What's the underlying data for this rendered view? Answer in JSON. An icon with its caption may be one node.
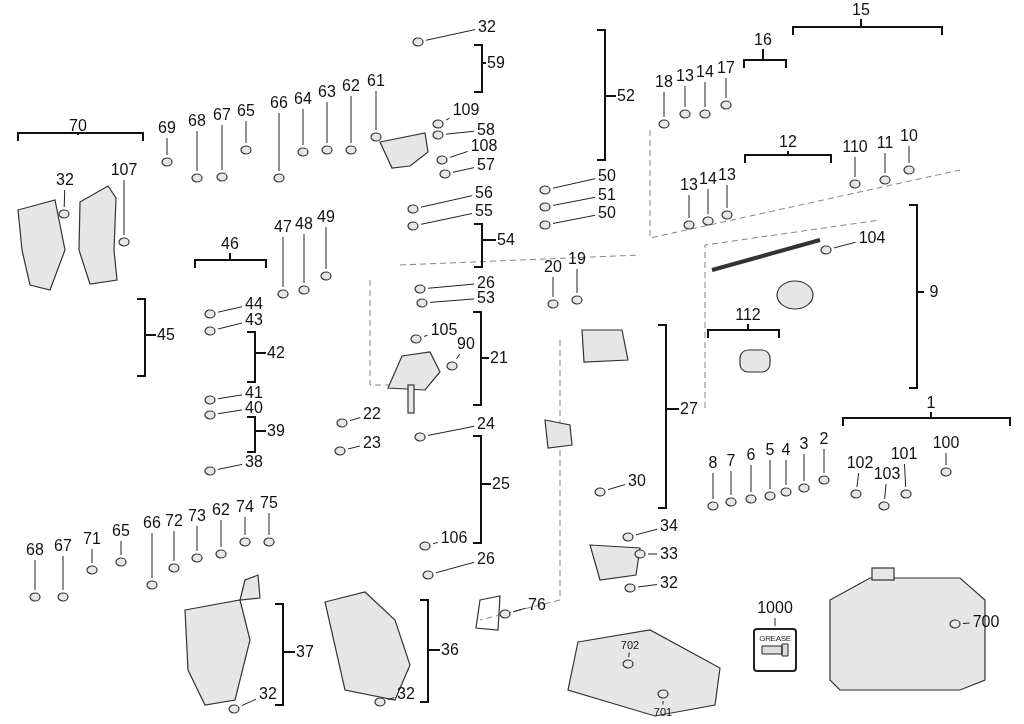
{
  "diagram": {
    "nodes": [
      {
        "text": [
          "32"
        ]
      },
      {
        "text": [
          "59"
        ]
      },
      {
        "text": [
          "109"
        ]
      },
      {
        "text": [
          "58"
        ]
      },
      {
        "text": [
          "108"
        ]
      },
      {
        "text": [
          "57"
        ]
      },
      {
        "text": [
          "56"
        ]
      },
      {
        "text": [
          "55"
        ]
      },
      {
        "text": [
          "54"
        ]
      },
      {
        "text": [
          "26"
        ]
      },
      {
        "text": [
          "53"
        ]
      },
      {
        "text": [
          "105"
        ]
      },
      {
        "text": [
          "90"
        ]
      },
      {
        "text": [
          "21"
        ]
      },
      {
        "text": [
          "24"
        ]
      },
      {
        "text": [
          "25"
        ]
      },
      {
        "text": [
          "106"
        ]
      },
      {
        "text": [
          "26"
        ]
      },
      {
        "text": [
          "22"
        ]
      },
      {
        "text": [
          "23"
        ]
      },
      {
        "text": [
          "46"
        ]
      },
      {
        "text": [
          "47"
        ]
      },
      {
        "text": [
          "48"
        ]
      },
      {
        "text": [
          "49"
        ]
      },
      {
        "text": [
          "44"
        ]
      },
      {
        "text": [
          "43"
        ]
      },
      {
        "text": [
          "42"
        ]
      },
      {
        "text": [
          "41"
        ]
      },
      {
        "text": [
          "40"
        ]
      },
      {
        "text": [
          "39"
        ]
      },
      {
        "text": [
          "38"
        ]
      },
      {
        "text": [
          "45"
        ]
      },
      {
        "text": [
          "70"
        ]
      },
      {
        "text": [
          "32"
        ]
      },
      {
        "text": [
          "107"
        ]
      },
      {
        "text": [
          "69"
        ]
      },
      {
        "text": [
          "68"
        ]
      },
      {
        "text": [
          "67"
        ]
      },
      {
        "text": [
          "65"
        ]
      },
      {
        "text": [
          "66"
        ]
      },
      {
        "text": [
          "64"
        ]
      },
      {
        "text": [
          "63"
        ]
      },
      {
        "text": [
          "62"
        ]
      },
      {
        "text": [
          "61"
        ]
      },
      {
        "text": [
          "52"
        ]
      },
      {
        "text": [
          "50"
        ]
      },
      {
        "text": [
          "51"
        ]
      },
      {
        "text": [
          "50"
        ]
      },
      {
        "text": [
          "20"
        ]
      },
      {
        "text": [
          "19"
        ]
      },
      {
        "text": [
          "18"
        ]
      },
      {
        "text": [
          "13"
        ]
      },
      {
        "text": [
          "14"
        ]
      },
      {
        "text": [
          "17"
        ]
      },
      {
        "text": [
          "16"
        ]
      },
      {
        "text": [
          "15"
        ]
      },
      {
        "text": [
          "12"
        ]
      },
      {
        "text": [
          "110"
        ]
      },
      {
        "text": [
          "11"
        ]
      },
      {
        "text": [
          "10"
        ]
      },
      {
        "text": [
          "13"
        ]
      },
      {
        "text": [
          "14"
        ]
      },
      {
        "text": [
          "13"
        ]
      },
      {
        "text": [
          "104"
        ]
      },
      {
        "text": [
          "9"
        ]
      },
      {
        "text": [
          "112"
        ]
      },
      {
        "text": [
          "27"
        ]
      },
      {
        "text": [
          "30"
        ]
      },
      {
        "text": [
          "34"
        ]
      },
      {
        "text": [
          "33"
        ]
      },
      {
        "text": [
          "32"
        ]
      },
      {
        "text": [
          "1"
        ]
      },
      {
        "text": [
          "2"
        ]
      },
      {
        "text": [
          "3"
        ]
      },
      {
        "text": [
          "4"
        ]
      },
      {
        "text": [
          "5"
        ]
      },
      {
        "text": [
          "6"
        ]
      },
      {
        "text": [
          "7"
        ]
      },
      {
        "text": [
          "8"
        ]
      },
      {
        "text": [
          "102"
        ]
      },
      {
        "text": [
          "103"
        ]
      },
      {
        "text": [
          "101"
        ]
      },
      {
        "text": [
          "100"
        ]
      },
      {
        "text": [
          "75"
        ]
      },
      {
        "text": [
          "74"
        ]
      },
      {
        "text": [
          "62"
        ]
      },
      {
        "text": [
          "73"
        ]
      },
      {
        "text": [
          "72"
        ]
      },
      {
        "text": [
          "66"
        ]
      },
      {
        "text": [
          "65"
        ]
      },
      {
        "text": [
          "71"
        ]
      },
      {
        "text": [
          "67"
        ]
      },
      {
        "text": [
          "68"
        ]
      },
      {
        "text": [
          "37"
        ]
      },
      {
        "text": [
          "36"
        ]
      },
      {
        "text": [
          "32"
        ]
      },
      {
        "text": [
          "32"
        ]
      },
      {
        "text": [
          "76"
        ]
      },
      {
        "text": [
          "1000"
        ]
      },
      {
        "text": [
          "GREASE"
        ]
      },
      {
        "text": [
          "700"
        ]
      },
      {
        "text": [
          "702"
        ]
      },
      {
        "text": [
          "701"
        ]
      },
      {
        "text": [],
        "shape": "circle"
      },
      {
        "text": [],
        "shape": "circle"
      },
      {
        "text": [],
        "shape": "circle"
      },
      {
        "text": [],
        "shape": "circle"
      },
      {
        "text": [],
        "shape": "circle"
      },
      {
        "text": [],
        "shape": "circle"
      },
      {
        "text": [],
        "shape": "circle"
      },
      {
        "text": [],
        "shape": "circle"
      },
      {
        "text": [],
        "shape": "circle"
      },
      {
        "text": [],
        "shape": "circle"
      },
      {
        "text": [],
        "shape": "circle"
      },
      {
        "text": [],
        "shape": "circle"
      },
      {
        "text": [],
        "shape": "circle"
      },
      {
        "text": [],
        "shape": "circle"
      },
      {
        "text": [],
        "shape": "circle"
      },
      {
        "text": [],
        "shape": "circle"
      },
      {
        "text": [],
        "shape": "circle"
      },
      {
        "text": [],
        "shape": "circle"
      },
      {
        "text": [],
        "shape": "circle"
      },
      {
        "text": [],
        "shape": "circle"
      },
      {
        "text": [],
        "shape": "circle"
      },
      {
        "text": [],
        "shape": "circle"
      },
      {
        "text": [],
        "shape": "circle"
      },
      {
        "text": [],
        "shape": "circle"
      },
      {
        "text": [],
        "shape": "circle"
      },
      {
        "text": [],
        "shape": "circle"
      },
      {
        "text": [],
        "shape": "circle"
      },
      {
        "text": [],
        "shape": "circle"
      },
      {
        "text": [],
        "shape": "circle"
      },
      {
        "text": [],
        "shape": "circle"
      },
      {
        "text": [],
        "shape": "circle"
      },
      {
        "text": [],
        "shape": "circle"
      },
      {
        "text": [],
        "shape": "circle"
      },
      {
        "text": [],
        "shape": "circle"
      },
      {
        "text": [],
        "shape": "circle"
      },
      {
        "text": [],
        "shape": "circle"
      },
      {
        "text": [],
        "shape": "circle"
      },
      {
        "text": [],
        "shape": "circle"
      },
      {
        "text": [],
        "shape": "circle"
      },
      {
        "text": [],
        "shape": "circle"
      },
      {
        "text": [],
        "shape": "circle"
      },
      {
        "text": [],
        "shape": "circle"
      },
      {
        "text": [],
        "shape": "circle"
      },
      {
        "text": [],
        "shape": "circle"
      },
      {
        "text": [],
        "shape": "circle"
      },
      {
        "text": [],
        "shape": "circle"
      },
      {
        "text": [],
        "shape": "circle"
      },
      {
        "text": [],
        "shape": "circle"
      },
      {
        "text": [],
        "shape": "circle"
      },
      {
        "text": [],
        "shape": "circle"
      },
      {
        "text": [],
        "shape": "circle"
      },
      {
        "text": [],
        "shape": "circle"
      },
      {
        "text": [],
        "shape": "circle"
      },
      {
        "text": [],
        "shape": "circle"
      },
      {
        "text": [],
        "shape": "circle"
      },
      {
        "text": [],
        "shape": "circle"
      },
      {
        "text": [],
        "shape": "circle"
      },
      {
        "text": [],
        "shape": "circle"
      },
      {
        "text": [],
        "shape": "circle"
      },
      {
        "text": [],
        "shape": "circle"
      },
      {
        "text": [],
        "shape": "circle"
      },
      {
        "text": [],
        "shape": "circle"
      },
      {
        "text": [],
        "shape": "circle"
      },
      {
        "text": [],
        "shape": "circle"
      },
      {
        "text": [],
        "shape": "circle"
      },
      {
        "text": [],
        "shape": "circle"
      },
      {
        "text": [],
        "shape": "circle"
      },
      {
        "text": [],
        "shape": "circle"
      },
      {
        "text": [],
        "shape": "circle"
      },
      {
        "text": [],
        "shape": "circle"
      },
      {
        "text": [],
        "shape": "circle"
      },
      {
        "text": [],
        "shape": "circle"
      },
      {
        "text": [],
        "shape": "circle"
      },
      {
        "text": [],
        "shape": "circle"
      },
      {
        "text": [],
        "shape": "circle"
      },
      {
        "text": [],
        "shape": "circle"
      },
      {
        "text": [],
        "shape": "circle"
      },
      {
        "text": [],
        "shape": "circle"
      },
      {
        "text": [],
        "shape": "circle"
      },
      {
        "text": [],
        "shape": "circle"
      },
      {
        "text": [],
        "shape": "circle"
      },
      {
        "text": [],
        "shape": "circle"
      }
    ],
    "edges": [
      {
        "from": 0,
        "to": 103,
        "arrow": "none"
      },
      {
        "from": 2,
        "to": 104,
        "arrow": "none"
      },
      {
        "from": 3,
        "to": 105,
        "arrow": "none"
      },
      {
        "from": 4,
        "to": 106,
        "arrow": "none"
      },
      {
        "from": 5,
        "to": 107,
        "arrow": "none"
      },
      {
        "from": 6,
        "to": 108,
        "arrow": "none"
      },
      {
        "from": 7,
        "to": 109,
        "arrow": "none"
      },
      {
        "from": 9,
        "to": 110,
        "arrow": "none"
      },
      {
        "from": 10,
        "to": 111,
        "arrow": "none"
      },
      {
        "from": 11,
        "to": 112,
        "arrow": "none"
      },
      {
        "from": 12,
        "to": 113,
        "arrow": "none"
      },
      {
        "from": 14,
        "to": 114,
        "arrow": "none"
      },
      {
        "from": 16,
        "to": 115,
        "arrow": "none"
      },
      {
        "from": 17,
        "to": 116,
        "arrow": "none"
      },
      {
        "from": 18,
        "to": 117,
        "arrow": "none"
      },
      {
        "from": 19,
        "to": 118,
        "arrow": "none"
      },
      {
        "from": 21,
        "to": 119,
        "arrow": "none"
      },
      {
        "from": 22,
        "to": 120,
        "arrow": "none"
      },
      {
        "from": 23,
        "to": 121,
        "arrow": "none"
      },
      {
        "from": 24,
        "to": 122,
        "arrow": "none"
      },
      {
        "from": 25,
        "to": 123,
        "arrow": "none"
      },
      {
        "from": 27,
        "to": 124,
        "arrow": "none"
      },
      {
        "from": 28,
        "to": 125,
        "arrow": "none"
      },
      {
        "from": 30,
        "to": 126,
        "arrow": "none"
      },
      {
        "from": 33,
        "to": 127,
        "arrow": "none"
      },
      {
        "from": 34,
        "to": 128,
        "arrow": "none"
      },
      {
        "from": 35,
        "to": 129,
        "arrow": "none"
      },
      {
        "from": 36,
        "to": 130,
        "arrow": "none"
      },
      {
        "from": 37,
        "to": 131,
        "arrow": "none"
      },
      {
        "from": 38,
        "to": 132,
        "arrow": "none"
      },
      {
        "from": 39,
        "to": 133,
        "arrow": "none"
      },
      {
        "from": 40,
        "to": 134,
        "arrow": "none"
      },
      {
        "from": 41,
        "to": 135,
        "arrow": "none"
      },
      {
        "from": 42,
        "to": 136,
        "arrow": "none"
      },
      {
        "from": 43,
        "to": 137,
        "arrow": "none"
      },
      {
        "from": 45,
        "to": 138,
        "arrow": "none"
      },
      {
        "from": 46,
        "to": 139,
        "arrow": "none"
      },
      {
        "from": 47,
        "to": 140,
        "arrow": "none"
      },
      {
        "from": 48,
        "to": 141,
        "arrow": "none"
      },
      {
        "from": 49,
        "to": 142,
        "arrow": "none"
      },
      {
        "from": 50,
        "to": 143,
        "arrow": "none"
      },
      {
        "from": 51,
        "to": 144,
        "arrow": "none"
      },
      {
        "from": 52,
        "to": 145,
        "arrow": "none"
      },
      {
        "from": 53,
        "to": 146,
        "arrow": "none"
      },
      {
        "from": 57,
        "to": 147,
        "arrow": "none"
      },
      {
        "from": 58,
        "to": 148,
        "arrow": "none"
      },
      {
        "from": 59,
        "to": 149,
        "arrow": "none"
      },
      {
        "from": 60,
        "to": 150,
        "arrow": "none"
      },
      {
        "from": 61,
        "to": 151,
        "arrow": "none"
      },
      {
        "from": 62,
        "to": 152,
        "arrow": "none"
      },
      {
        "from": 63,
        "to": 153,
        "arrow": "none"
      },
      {
        "from": 67,
        "to": 154,
        "arrow": "none"
      },
      {
        "from": 68,
        "to": 155,
        "arrow": "none"
      },
      {
        "from": 69,
        "to": 156,
        "arrow": "none"
      },
      {
        "from": 70,
        "to": 157,
        "arrow": "none"
      },
      {
        "from": 72,
        "to": 158,
        "arrow": "none"
      },
      {
        "from": 73,
        "to": 159,
        "arrow": "none"
      },
      {
        "from": 74,
        "to": 160,
        "arrow": "none"
      },
      {
        "from": 75,
        "to": 161,
        "arrow": "none"
      },
      {
        "from": 76,
        "to": 162,
        "arrow": "none"
      },
      {
        "from": 77,
        "to": 163,
        "arrow": "none"
      },
      {
        "from": 78,
        "to": 164,
        "arrow": "none"
      },
      {
        "from": 79,
        "to": 165,
        "arrow": "none"
      },
      {
        "from": 80,
        "to": 166,
        "arrow": "none"
      },
      {
        "from": 81,
        "to": 167,
        "arrow": "none"
      },
      {
        "from": 82,
        "to": 168,
        "arrow": "none"
      },
      {
        "from": 83,
        "to": 169,
        "arrow": "none"
      },
      {
        "from": 84,
        "to": 170,
        "arrow": "none"
      },
      {
        "from": 85,
        "to": 171,
        "arrow": "none"
      },
      {
        "from": 86,
        "to": 172,
        "arrow": "none"
      },
      {
        "from": 87,
        "to": 173,
        "arrow": "none"
      },
      {
        "from": 88,
        "to": 174,
        "arrow": "none"
      },
      {
        "from": 89,
        "to": 175,
        "arrow": "none"
      },
      {
        "from": 90,
        "to": 176,
        "arrow": "none"
      },
      {
        "from": 91,
        "to": 177,
        "arrow": "none"
      },
      {
        "from": 92,
        "to": 178,
        "arrow": "none"
      },
      {
        "from": 95,
        "to": 179,
        "arrow": "none"
      },
      {
        "from": 96,
        "to": 180,
        "arrow": "none"
      },
      {
        "from": 97,
        "to": 181,
        "arrow": "none"
      },
      {
        "from": 98,
        "to": 99,
        "arrow": "none"
      },
      {
        "from": 100,
        "to": 182,
        "arrow": "none"
      },
      {
        "from": 101,
        "to": 183,
        "arrow": "none"
      },
      {
        "from": 102,
        "to": 184,
        "arrow": "none"
      }
    ]
  }
}
